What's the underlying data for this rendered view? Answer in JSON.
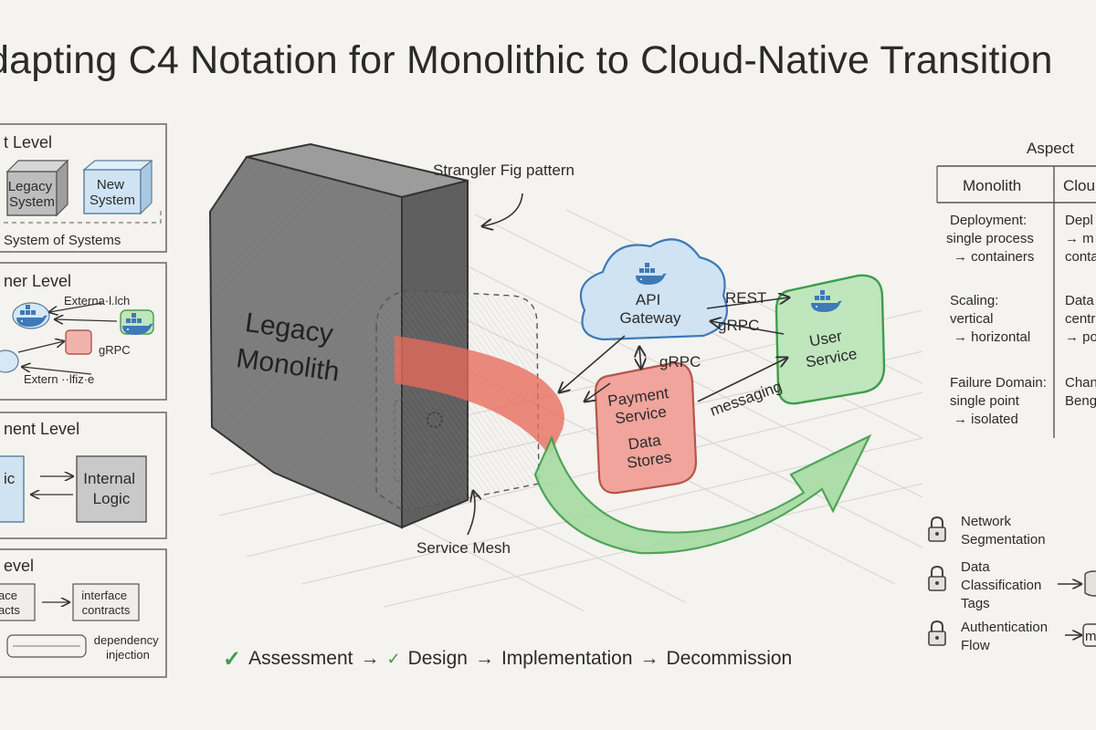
{
  "title": "dapting C4 Notation for Monolithic to Cloud-Native Transition",
  "levels": [
    {
      "title": "t Level",
      "node_a": [
        "Legacy",
        "System"
      ],
      "node_b": [
        "New",
        "System"
      ],
      "caption": "System of Systems"
    },
    {
      "title": "ner Level",
      "edge_top": "Externa·l.lch",
      "edge_mid": "gRPC",
      "edge_bottom": "Extern ··lfiz·e"
    },
    {
      "title": "nent Level",
      "node_a": "ic",
      "node_b": [
        "Internal",
        "Logic"
      ]
    },
    {
      "title": "evel",
      "node_a": [
        "ace",
        "acts"
      ],
      "node_b": [
        "interface",
        "contracts"
      ],
      "caption": [
        "dependency",
        "injection"
      ]
    }
  ],
  "center": {
    "monolith": [
      "Legacy",
      "Monolith"
    ],
    "strangler_label": "Strangler Fig pattern",
    "service_mesh_label": "Service Mesh",
    "api_gateway": [
      "API",
      "Gateway"
    ],
    "payment": [
      "Payment",
      "Service",
      "Data",
      "Stores"
    ],
    "user_service": [
      "User",
      "Service"
    ],
    "edge_rest": "REST",
    "edge_grpc_1": "gRPC",
    "edge_grpc_2": "gRPC",
    "edge_messaging": "messaging"
  },
  "timeline": {
    "steps": [
      "Assessment",
      "Design",
      "Implementation",
      "Decommission"
    ],
    "arrow": "→"
  },
  "comparison": {
    "header": "Aspect",
    "col_monolith": "Monolith",
    "col_cloud": "Clou",
    "rows": [
      {
        "monolith": [
          "Deployment:",
          "single process",
          "→ containers"
        ],
        "cloud": [
          "Depl",
          "→ m",
          "conta"
        ]
      },
      {
        "monolith": [
          "Scaling:",
          "vertical",
          "→ horizontal"
        ],
        "cloud": [
          "Data",
          "centr",
          "→ po"
        ]
      },
      {
        "monolith": [
          "Failure Domain:",
          "single point",
          "→ isolated"
        ],
        "cloud": [
          "Chang",
          "Bengu"
        ]
      }
    ]
  },
  "security": [
    {
      "label": [
        "Network",
        "Segmentation"
      ],
      "target": ""
    },
    {
      "label": [
        "Data",
        "Classification",
        "Tags"
      ],
      "target": ""
    },
    {
      "label": [
        "Authentication",
        "Flow"
      ],
      "target": "m"
    }
  ],
  "colors": {
    "legacy_gray": "#8a8a8a",
    "new_blue": "#cfe3f3",
    "payment_red": "#e8837a",
    "user_green": "#8fd18e",
    "migration_green": "#8ecf8a",
    "flow_red": "#e86a5c",
    "docker_blue": "#3e79b8"
  },
  "icons": [
    "docker-whale-icon",
    "lock-icon",
    "gear-icon",
    "checkmark-icon",
    "database-icon"
  ]
}
